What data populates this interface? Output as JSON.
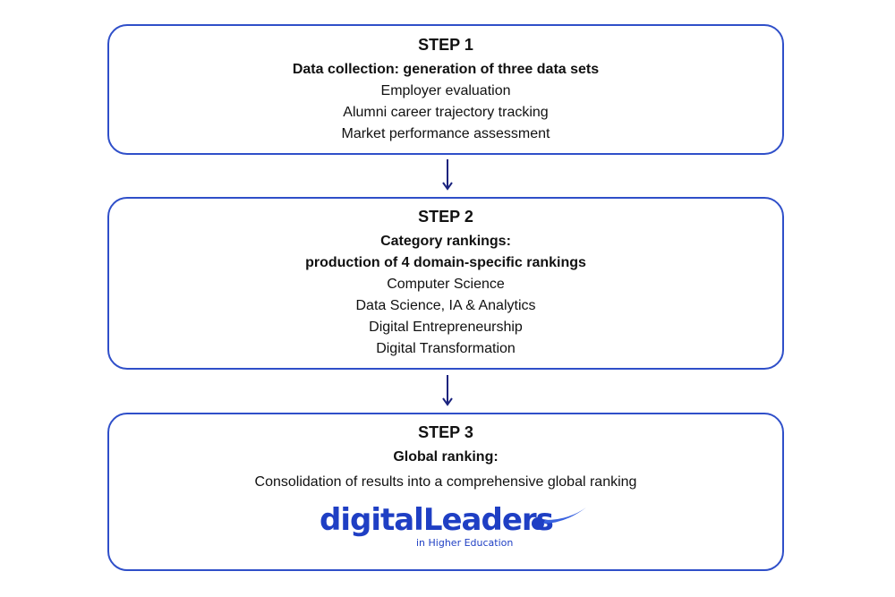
{
  "step1": {
    "title": "STEP 1",
    "subtitle": "Data collection: generation of three data sets",
    "items": [
      "Employer evaluation",
      "Alumni career trajectory tracking",
      "Market performance assessment"
    ]
  },
  "step2": {
    "title": "STEP 2",
    "subtitle_line1": "Category rankings:",
    "subtitle_line2": "production of 4 domain-specific rankings",
    "items": [
      "Computer Science",
      "Data Science, IA & Analytics",
      "Digital Entrepreneurship",
      "Digital Transformation"
    ]
  },
  "step3": {
    "title": "STEP 3",
    "subtitle": "Global ranking:",
    "description": "Consolidation of results into a comprehensive global ranking"
  },
  "logo": {
    "wordmark": "digitalLeaders",
    "tagline": "in Higher Education"
  },
  "colors": {
    "border": "#2f4fc9",
    "arrow": "#1a237e",
    "logo": "#1f3fc4"
  }
}
